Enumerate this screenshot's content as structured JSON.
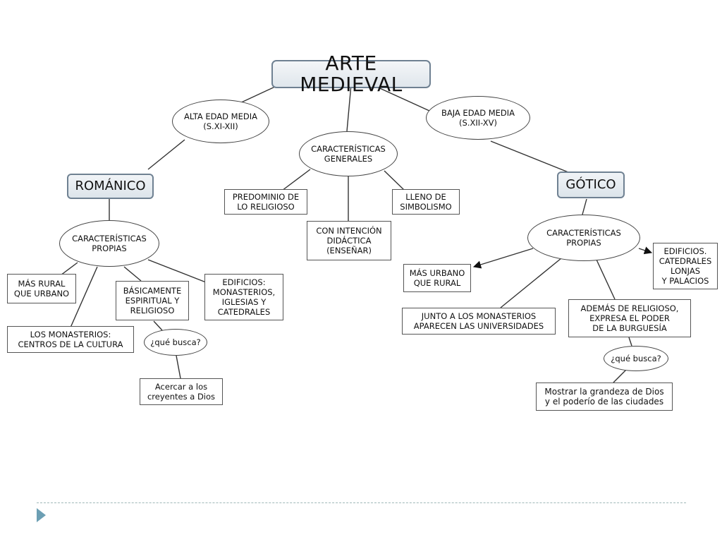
{
  "title": "ARTE MEDIEVAL",
  "periods": {
    "alta": "ALTA EDAD MEDIA\n(S.XI-XII)",
    "baja": "BAJA EDAD MEDIA\n(S.XII-XV)"
  },
  "general": {
    "label": "CARACTERÍSTICAS\nGENERALES",
    "items": [
      "PREDOMINIO DE\nLO RELIGIOSO",
      "CON INTENCIÓN\nDIDÁCTICA\n(ENSEÑAR)",
      "LLENO DE\nSIMBOLISMO"
    ]
  },
  "romanico": {
    "label": "ROMÁNICO",
    "props_label": "CARACTERÍSTICAS\nPROPIAS",
    "items": [
      "MÁS RURAL\nQUE URBANO",
      "LOS MONASTERIOS:\nCENTROS DE LA CULTURA",
      "BÁSICAMENTE\nESPIRITUAL Y\nRELIGIOSO",
      "EDIFICIOS:\nMONASTERIOS,\nIGLESIAS Y\nCATEDRALES"
    ],
    "question": "¿qué busca?",
    "answer": "Acercar a los\ncreyentes a Dios"
  },
  "gotico": {
    "label": "GÓTICO",
    "props_label": "CARACTERÍSTICAS\nPROPIAS",
    "items": [
      "MÁS URBANO\nQUE RURAL",
      "EDIFICIOS.\nCATEDRALES\nLONJAS\nY PALACIOS",
      "JUNTO A LOS MONASTERIOS\nAPARECEN LAS UNIVERSIDADES",
      "ADEMÁS DE RELIGIOSO,\nEXPRESA EL PODER\nDE LA BURGUESÍA"
    ],
    "question": "¿qué busca?",
    "answer": "Mostrar la grandeza de Dios\ny el poderío de las ciudades"
  },
  "colors": {
    "line": "#333333",
    "border": "#555555",
    "accent_border": "#6f8192",
    "footer_rule": "#9fb8b8",
    "bullet": "#6c9fb4"
  },
  "icons": {
    "footer": "triangle-bullet-icon"
  }
}
